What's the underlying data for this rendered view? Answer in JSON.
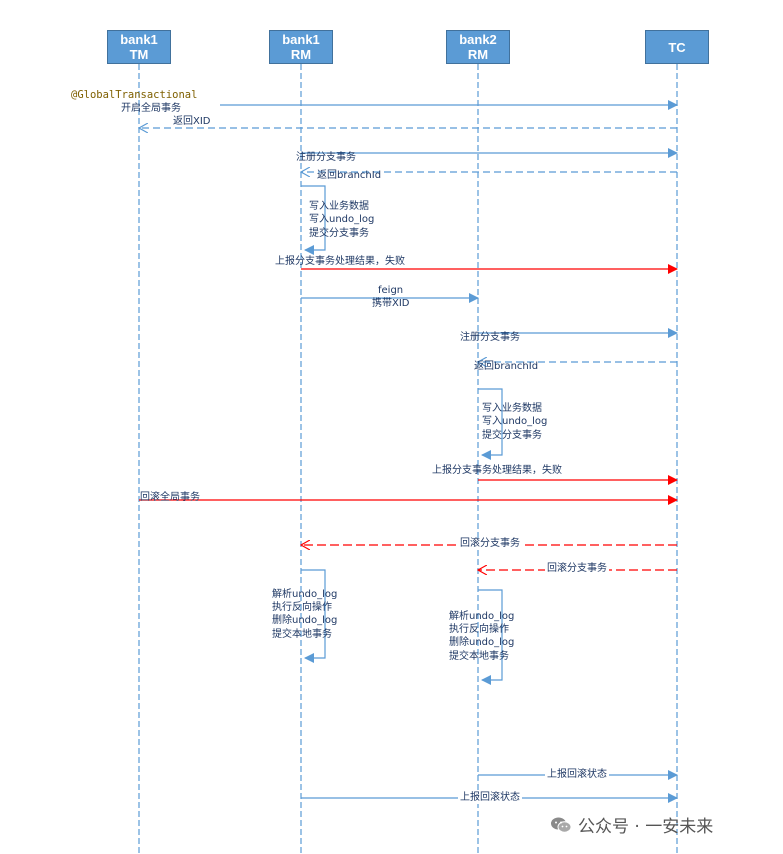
{
  "colors": {
    "lifeline": "#5b9bd5",
    "arrow": "#5b9bd5",
    "error": "#ff0000",
    "box": "#5b9bd5",
    "annotation": "#7f6000"
  },
  "lanes": [
    {
      "id": "tm",
      "line1": "bank1",
      "line2": "TM"
    },
    {
      "id": "rm1",
      "line1": "bank1",
      "line2": "RM"
    },
    {
      "id": "rm2",
      "line1": "bank2",
      "line2": "RM"
    },
    {
      "id": "tc",
      "line1": "",
      "line2": "TC"
    }
  ],
  "annotation": "@GlobalTransactional",
  "messages": {
    "m1": "开启全局事务",
    "m2": "返回XID",
    "m3": "注册分支事务",
    "m4": "返回branchId",
    "m5": [
      "写入业务数据",
      "写入undo_log",
      "提交分支事务"
    ],
    "m6": "上报分支事务处理结果，失败",
    "m7": [
      "feign",
      "携带XID"
    ],
    "m8": "注册分支事务",
    "m9": "返回branchId",
    "m10": [
      "写入业务数据",
      "写入undo_log",
      "提交分支事务"
    ],
    "m11": "上报分支事务处理结果，失败",
    "m12": "回滚全局事务",
    "m13": "回滚分支事务",
    "m14": "回滚分支事务",
    "m15": [
      "解析undo_log",
      "执行反向操作",
      "删除undo_log",
      "提交本地事务"
    ],
    "m16": [
      "解析undo_log",
      "执行反向操作",
      "删除undo_log",
      "提交本地事务"
    ],
    "m17": "上报回滚状态",
    "m18": "上报回滚状态"
  },
  "watermark": "公众号 · 一安未来"
}
